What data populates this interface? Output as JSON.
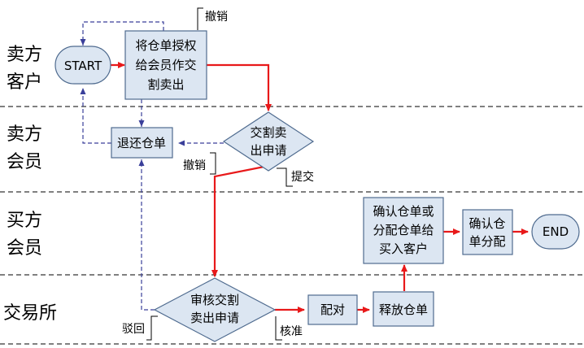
{
  "lanes": [
    {
      "line1": "卖方",
      "line2": "客户"
    },
    {
      "line1": "卖方",
      "line2": "会员"
    },
    {
      "line1": "买方",
      "line2": "会员"
    },
    {
      "line1": "交易所",
      "line2": ""
    }
  ],
  "nodes": {
    "start": "START",
    "end": "END",
    "authorize": [
      "将仓单授权",
      "给会员作交",
      "割卖出"
    ],
    "return_receipt": "退还仓单",
    "submit_request": [
      "交割卖",
      "出申请"
    ],
    "review_request": [
      "审核交割",
      "卖出申请"
    ],
    "match": "配对",
    "release": "释放仓单",
    "confirm_assign": [
      "确认仓单或",
      "分配仓单给",
      "买入客户"
    ],
    "confirm_distribution": [
      "确认仓",
      "单分配"
    ]
  },
  "annotations": {
    "revoke_top": "撤销",
    "revoke_mid": "撤销",
    "submit": "提交",
    "reject": "驳回",
    "approve": "核准"
  },
  "colors": {
    "process_fill": "#dce6f2",
    "process_stroke": "#4f6b8f",
    "main_flow": "#e8191a",
    "return_flow": "#3a3f9a"
  }
}
